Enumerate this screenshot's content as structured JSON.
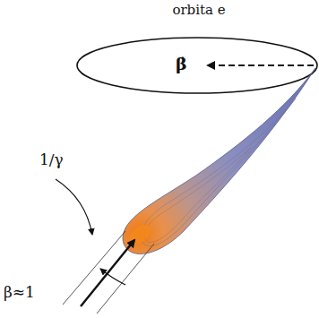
{
  "diagram": {
    "labels": [
      "orbita e",
      "β̇",
      "1/γ",
      "β≈1"
    ]
  }
}
